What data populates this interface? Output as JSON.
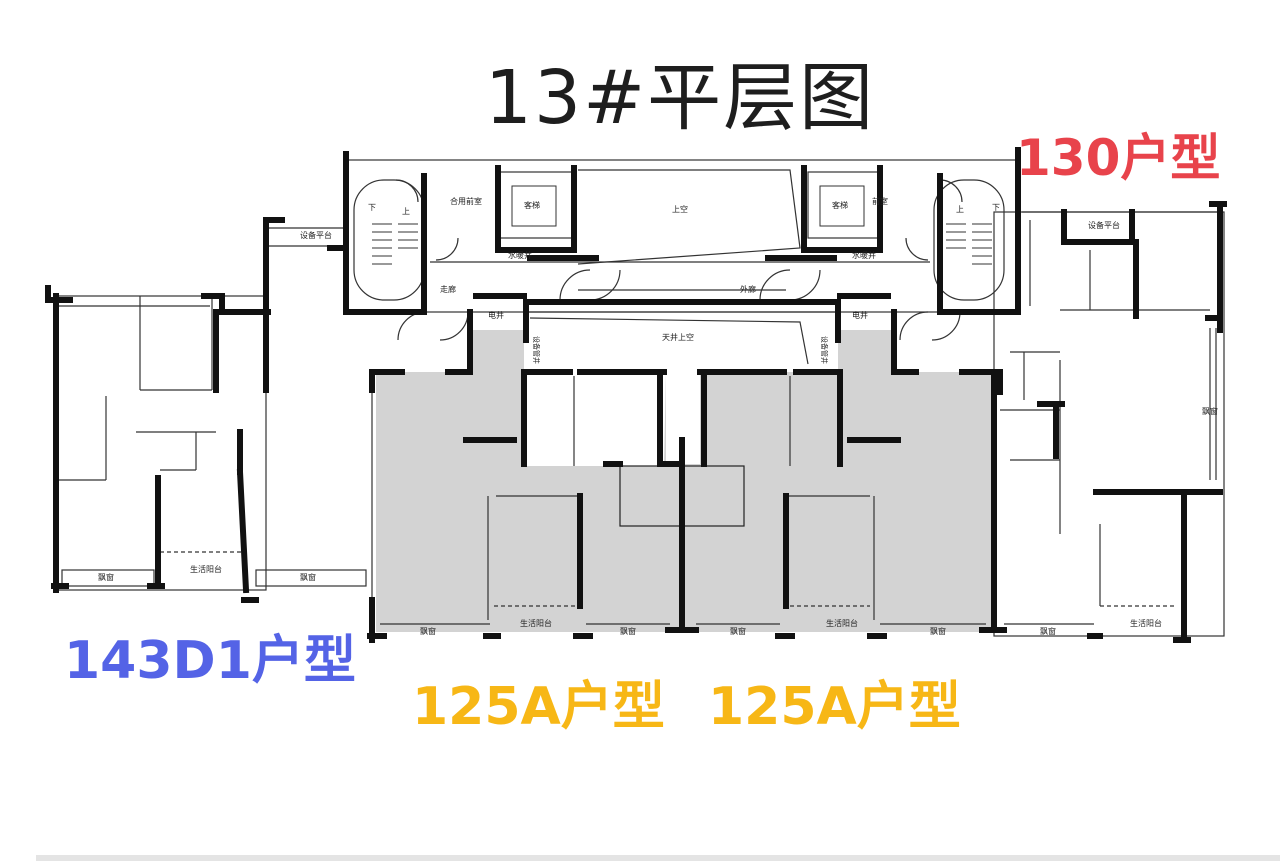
{
  "title": "13#平层图",
  "unit_labels": {
    "u130": "130户型",
    "u143d1": "143D1户型",
    "u125a_left": "125A户型",
    "u125a_right": "125A户型"
  },
  "room_labels": {
    "elevator": "客梯",
    "shared_anteroom": "合用前室",
    "anteroom": "前室",
    "void_top": "上空",
    "water_well": "水暖井",
    "corridor": "走廊",
    "outer_corridor": "外廊",
    "electric_well": "电井",
    "equipment_well": "设备管井",
    "atrium_void": "天井上空",
    "equipment_platform": "设备平台",
    "bay_window": "飘窗",
    "balcony": "生活阳台",
    "stair_down": "下",
    "stair_up": "上"
  },
  "colors": {
    "label_130": "#e8434b",
    "label_143d1": "#5463e6",
    "label_125a": "#f7b716",
    "highlight_fill": "#d3d3d3",
    "wall": "#111111"
  }
}
